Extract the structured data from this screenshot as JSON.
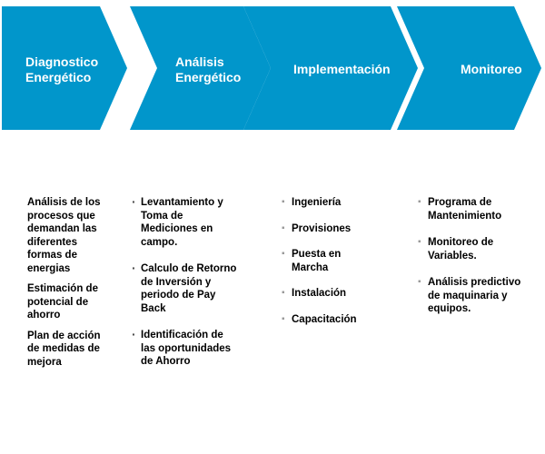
{
  "colors": {
    "chevron_fill": "#0196CB",
    "chevron_text": "#ffffff",
    "body_text": "#000000",
    "bullet_grey": "#9a9a9a"
  },
  "stages": [
    {
      "title": "Diagnostico Energético",
      "items": [
        "Análisis de los procesos  que demandan las diferentes formas de energias",
        "Estimación de potencial de ahorro",
        "Plan de acción de medidas de mejora"
      ]
    },
    {
      "title": "Análisis Energético",
      "items": [
        "Levantamiento  y Toma de Mediciones en campo.",
        "Calculo de Retorno de Inversión y periodo de Pay Back",
        "Identificación de las oportunidades de Ahorro"
      ]
    },
    {
      "title": "Implementación",
      "items": [
        "Ingeniería",
        "Provisiones",
        "Puesta en Marcha",
        "Instalación",
        "Capacitación"
      ]
    },
    {
      "title": "Monitoreo",
      "items": [
        "Programa de Mantenimiento",
        "Monitoreo de Variables.",
        "Análisis predictivo de maquinaria y equipos."
      ]
    }
  ]
}
